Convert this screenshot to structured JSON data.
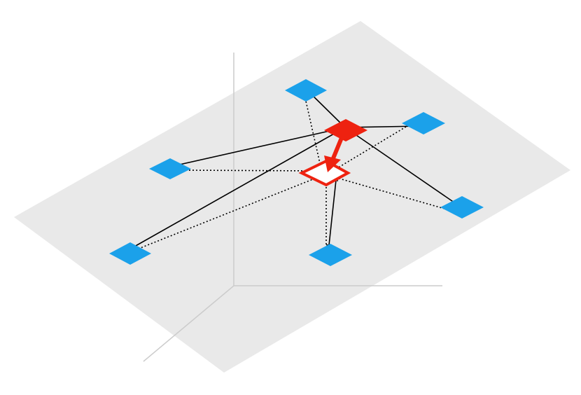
{
  "colors": {
    "plane": "#e9e9e9",
    "axis": "#cccccc",
    "node": "#1ba1ea",
    "hub": "#ee2210",
    "target_fill": "#ffffff",
    "solid_link": "#000000",
    "dotted_link": "#000000"
  },
  "diagram": {
    "nodes": [
      {
        "id": "node-top"
      },
      {
        "id": "node-right-upper"
      },
      {
        "id": "node-left"
      },
      {
        "id": "node-right-lower"
      },
      {
        "id": "node-left-lower"
      },
      {
        "id": "node-bottom"
      }
    ],
    "hub": {
      "id": "hub-red-diamond"
    },
    "target": {
      "id": "target-red-outline"
    },
    "links": {
      "solid_from_hub_to_nodes": [
        "node-top",
        "node-right-upper",
        "node-left",
        "node-right-lower",
        "node-left-lower"
      ],
      "solid_from_node_to_target": [
        "node-bottom"
      ],
      "dotted_from_nodes_to_target": [
        "node-top",
        "node-right-upper",
        "node-left",
        "node-right-lower",
        "node-left-lower",
        "node-bottom"
      ],
      "arrow_hub_to_target": true
    }
  }
}
